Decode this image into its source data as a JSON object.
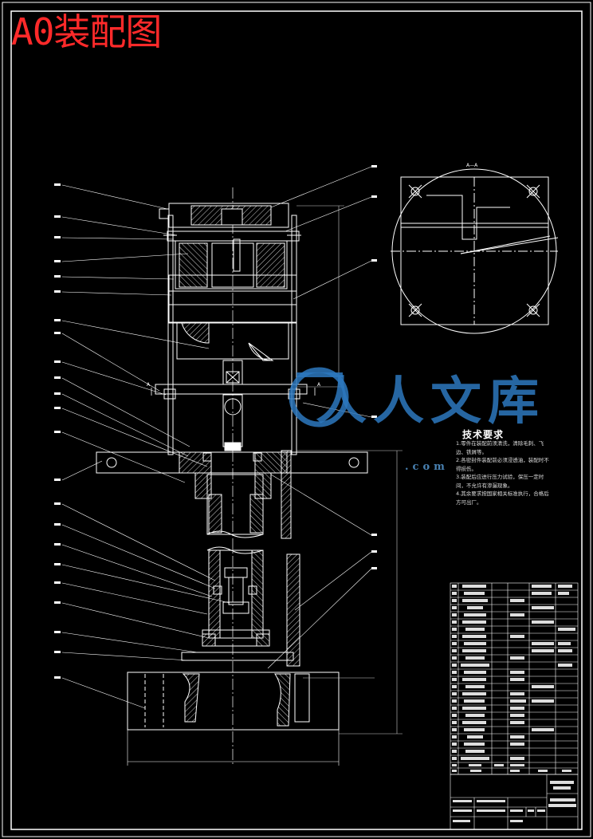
{
  "sheet": {
    "title": "A0装配图"
  },
  "section_view": {
    "label": "A—A"
  },
  "section_marks": {
    "left": "A",
    "right": "A"
  },
  "technical_requirements": {
    "title": "技术要求",
    "notes": [
      "1.零件在装配前须清洗，清除毛刺、飞边、铁屑等。",
      "2.各密封件装配前必须浸透油，装配时不得损伤。",
      "3.装配后应进行压力试验，保压一定时间，不允许有渗漏现象。",
      "4.其余要求按国家相关标准执行，合格后方可出厂。"
    ]
  },
  "watermark": {
    "text": "人人文库",
    "domain": ".com"
  },
  "colors": {
    "background": "#000000",
    "line": "#ffffff",
    "title": "#ff2a2a",
    "dimension": "#e0e0e0",
    "watermark": "#2d78be"
  }
}
